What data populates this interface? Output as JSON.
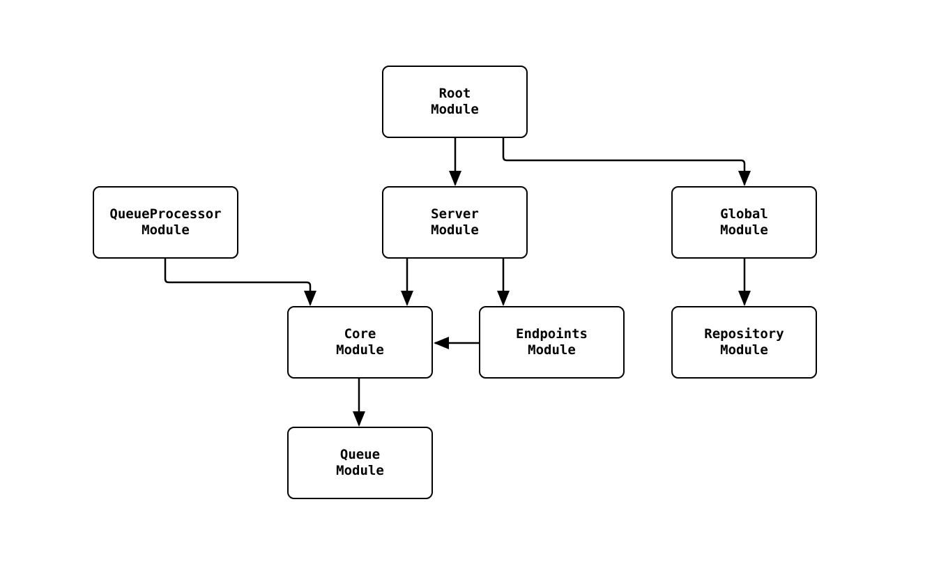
{
  "diagram": {
    "type": "module-dependency-graph",
    "background_color": "#ffffff",
    "node_fill_color": "#ffffff",
    "node_border_color": "#000000",
    "edge_color": "#000000",
    "text_color": "#000000",
    "nodes": [
      {
        "id": "root",
        "lines": [
          "Root",
          "Module"
        ]
      },
      {
        "id": "queueprocessor",
        "lines": [
          "QueueProcessor",
          "Module"
        ]
      },
      {
        "id": "server",
        "lines": [
          "Server",
          "Module"
        ]
      },
      {
        "id": "global",
        "lines": [
          "Global",
          "Module"
        ]
      },
      {
        "id": "core",
        "lines": [
          "Core",
          "Module"
        ]
      },
      {
        "id": "endpoints",
        "lines": [
          "Endpoints",
          "Module"
        ]
      },
      {
        "id": "repository",
        "lines": [
          "Repository",
          "Module"
        ]
      },
      {
        "id": "queue",
        "lines": [
          "Queue",
          "Module"
        ]
      }
    ],
    "edges": [
      {
        "from": "Root Module",
        "to": "Server Module"
      },
      {
        "from": "Root Module",
        "to": "Global Module"
      },
      {
        "from": "QueueProcessor Module",
        "to": "Core Module"
      },
      {
        "from": "Server Module",
        "to": "Core Module"
      },
      {
        "from": "Server Module",
        "to": "Endpoints Module"
      },
      {
        "from": "Endpoints Module",
        "to": "Core Module"
      },
      {
        "from": "Global Module",
        "to": "Repository Module"
      },
      {
        "from": "Core Module",
        "to": "Queue Module"
      }
    ]
  }
}
